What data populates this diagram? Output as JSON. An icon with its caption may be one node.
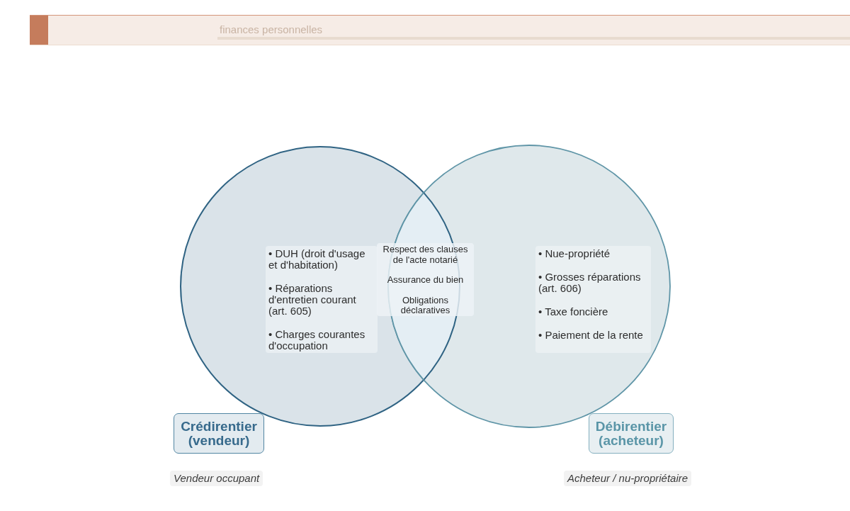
{
  "diagram": {
    "nodes": [
      {
        "text": [],
        "shape": "circle"
      },
      {
        "text": [],
        "shape": "circle"
      },
      {
        "text": [
          "• DUH (droit d'usage et d'habitation)",
          "• Réparations d'entretien courant (art. 605)",
          "• Charges courantes d'occupation"
        ],
        "in": 0
      },
      {
        "text": [
          "Respect des clauses de l'acte notarié",
          "Assurance du bien",
          "Obligations déclaratives"
        ]
      },
      {
        "text": [
          "• Nue-propriété",
          "• Grosses réparations (art. 606)",
          "• Taxe foncière",
          "• Paiement de la rente"
        ],
        "in": 1
      },
      {
        "text": [
          "Crédirentier (vendeur)"
        ],
        "beside": [
          "Vendeur occupant"
        ]
      },
      {
        "text": [
          "Débirentier (acheteur)"
        ],
        "beside": [
          "Acheteur / nu-propriétaire"
        ]
      }
    ],
    "labels": [
      "finances personnelles"
    ]
  }
}
